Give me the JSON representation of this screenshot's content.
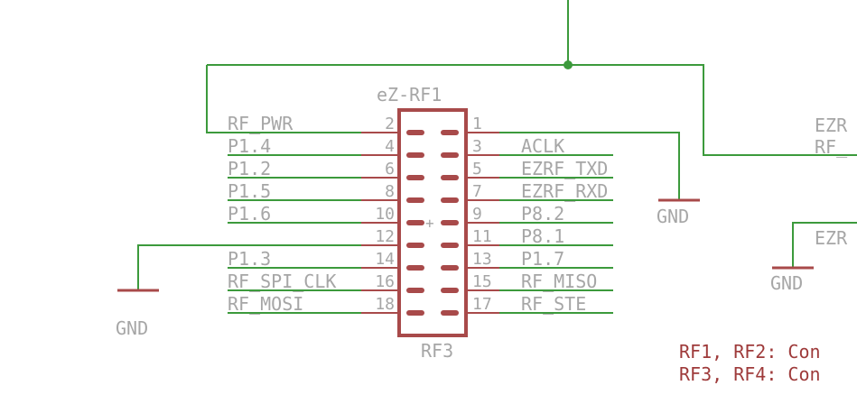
{
  "header": {
    "part_name": "eZ-RF1",
    "part_value": "RF3"
  },
  "left_pins": [
    {
      "net": "RF_PWR",
      "num": "2"
    },
    {
      "net": "P1.4",
      "num": "4"
    },
    {
      "net": "P1.2",
      "num": "6"
    },
    {
      "net": "P1.5",
      "num": "8"
    },
    {
      "net": "P1.6",
      "num": "10"
    },
    {
      "net": "",
      "num": "12"
    },
    {
      "net": "P1.3",
      "num": "14"
    },
    {
      "net": "RF_SPI_CLK",
      "num": "16"
    },
    {
      "net": "RF_MOSI",
      "num": "18"
    }
  ],
  "right_pins": [
    {
      "net": "",
      "num": "1"
    },
    {
      "net": "ACLK",
      "num": "3"
    },
    {
      "net": "EZRF_TXD",
      "num": "5"
    },
    {
      "net": "EZRF_RXD",
      "num": "7"
    },
    {
      "net": "P8.2",
      "num": "9"
    },
    {
      "net": "P8.1",
      "num": "11"
    },
    {
      "net": "P1.7",
      "num": "13"
    },
    {
      "net": "RF_MISO",
      "num": "15"
    },
    {
      "net": "RF_STE",
      "num": "17"
    }
  ],
  "gnd_symbols": {
    "left": "GND",
    "middle": "GND",
    "right": "GND"
  },
  "edge_labels": {
    "top": "EZR",
    "top2": "RF_",
    "mid": "EZR"
  },
  "notes": {
    "line1": "RF1, RF2: Con",
    "line2": "RF3, RF4: Con"
  },
  "colors": {
    "wire": "#3c9a3c",
    "part": "#a84a4a",
    "label": "#a6a6a6",
    "note": "#9e3a3a"
  }
}
